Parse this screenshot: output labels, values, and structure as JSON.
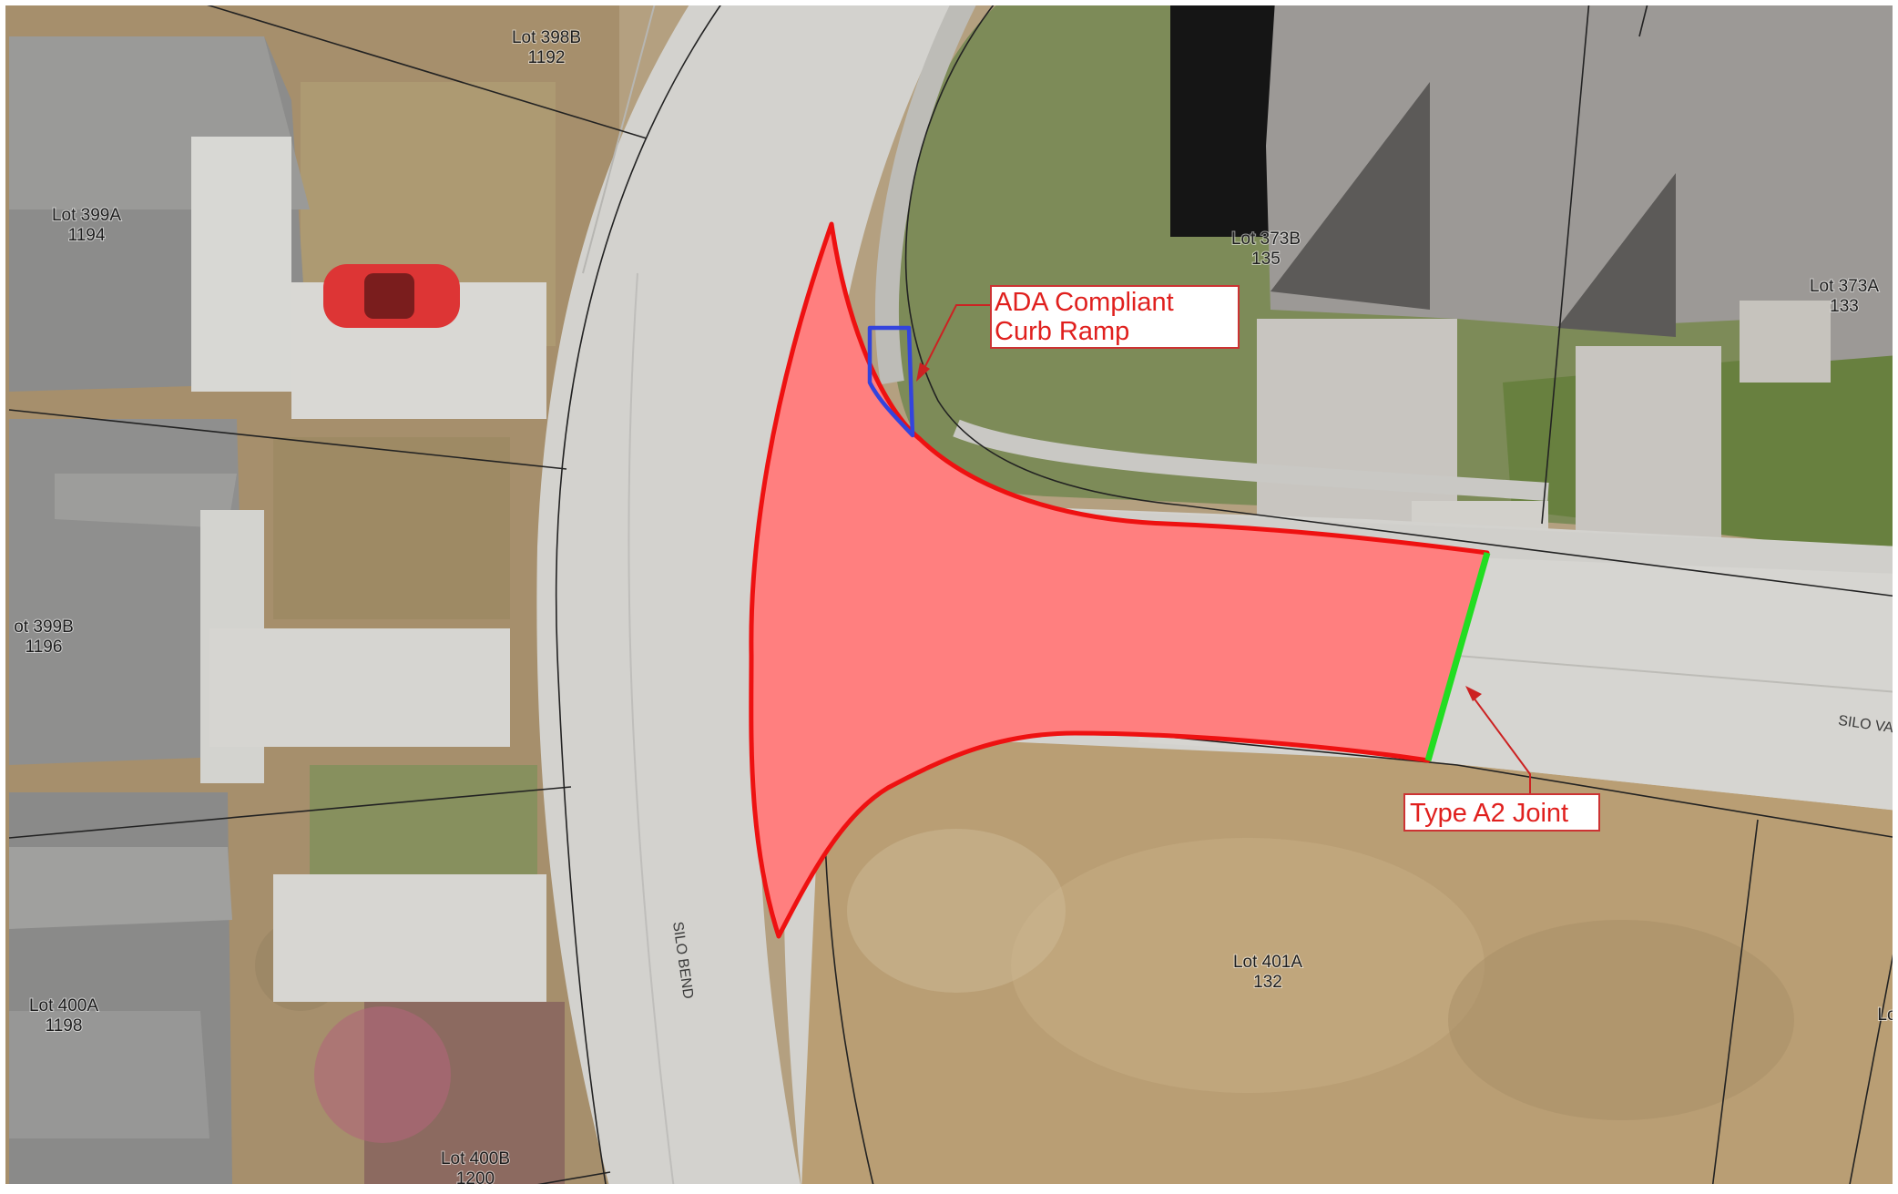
{
  "map": {
    "lots": [
      {
        "id": "lot-398b",
        "lot": "Lot 398B",
        "address": "1192"
      },
      {
        "id": "lot-399a",
        "lot": "Lot 399A",
        "address": "1194"
      },
      {
        "id": "lot-399b",
        "lot": "ot 399B",
        "address": "1196"
      },
      {
        "id": "lot-400a",
        "lot": "Lot 400A",
        "address": "1198"
      },
      {
        "id": "lot-400b",
        "lot": "Lot 400B",
        "address": "1200"
      },
      {
        "id": "lot-373b",
        "lot": "Lot 373B",
        "address": "135"
      },
      {
        "id": "lot-373a",
        "lot": "Lot 373A",
        "address": "133"
      },
      {
        "id": "lot-401a",
        "lot": "Lot 401A",
        "address": "132"
      },
      {
        "id": "lot-edge-right",
        "lot": "Lo",
        "address": ""
      }
    ],
    "streets": {
      "silo_bend": "SILO BEND",
      "silo_va": "SILO VA"
    },
    "callouts": {
      "ada_ramp": {
        "line1": "ADA Compliant",
        "line2": "Curb Ramp"
      },
      "a2_joint": {
        "line1": "Type A2 Joint"
      }
    },
    "colors": {
      "pavement_area_fill": "#ff7f7f",
      "pavement_area_outline": "#ee1111",
      "curb_ramp_outline": "#3344dd",
      "joint_line": "#22dd22",
      "callout_text": "#e0201e",
      "parcel_lines": "#222222",
      "concrete": "#d2d1ce",
      "lawn": "#7c8a55",
      "bare_soil": "#b89c72"
    }
  }
}
